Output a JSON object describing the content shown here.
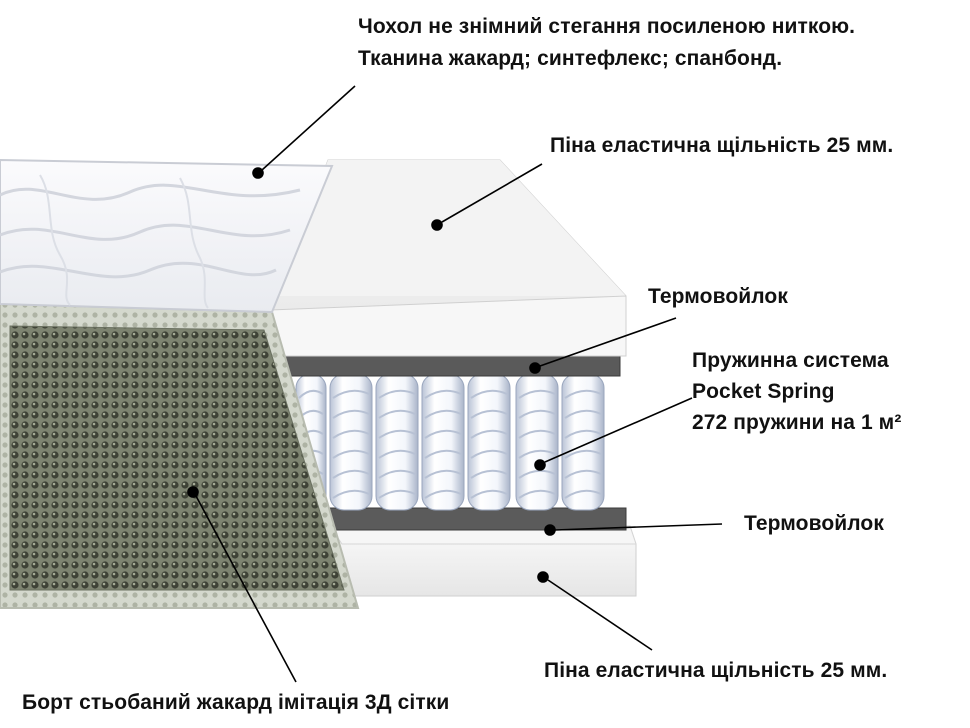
{
  "labels": {
    "cover_line1": "Чохол не знімний стегання посиленою ниткою.",
    "cover_line2": "Тканина жакард; синтефлекс; спанбонд.",
    "foam_top": "Піна еластична щільність 25 мм.",
    "felt_top": "Термовойлок",
    "spring_line1": "Пружинна система",
    "spring_line2": "Pocket Spring",
    "spring_line3": "272 пружини на 1 м²",
    "felt_bottom": "Термовойлок",
    "foam_bottom": "Піна еластична щільність 25 мм.",
    "side": "Борт стьобаний жакард імітація 3Д сітки"
  },
  "colors": {
    "text": "#111111",
    "foam": "#f4f4f4",
    "felt": "#5a5a5a",
    "mesh": "#7c8270",
    "cover": "#f7f8fa",
    "spring": "#eef1f6"
  }
}
